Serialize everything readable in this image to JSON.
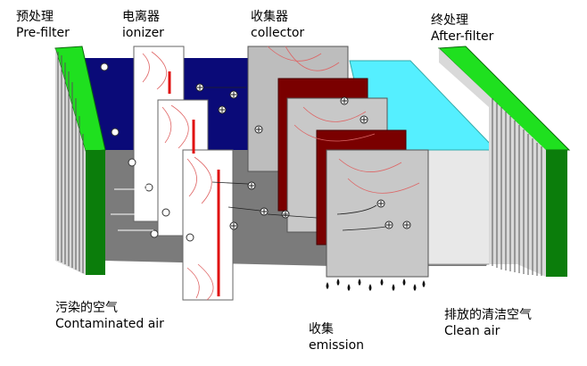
{
  "labels": {
    "prefilter": {
      "zh": "预处理",
      "en": "Pre-filter"
    },
    "ionizer": {
      "zh": "电离器",
      "en": "ionizer"
    },
    "collector": {
      "zh": "收集器",
      "en": "collector"
    },
    "afterfilter": {
      "zh": "终处理",
      "en": "After-filter"
    },
    "inlet": {
      "zh": "污染的空气",
      "en": "Contaminated air"
    },
    "emission": {
      "zh": "收集",
      "en": "emission"
    },
    "outlet": {
      "zh": "排放的清洁空气",
      "en": "Clean air"
    }
  },
  "colors": {
    "filter_green": "#1fe01f",
    "filter_dark_green": "#0a7a0a",
    "ionizer_zone": "#0a0a78",
    "duct_gray": "#7a7a7a",
    "collector_plate": "#c0c0c0",
    "collector_dark_plate": "#7a0000",
    "clean_zone": "#55f0ff",
    "wire_red": "#e01010"
  }
}
